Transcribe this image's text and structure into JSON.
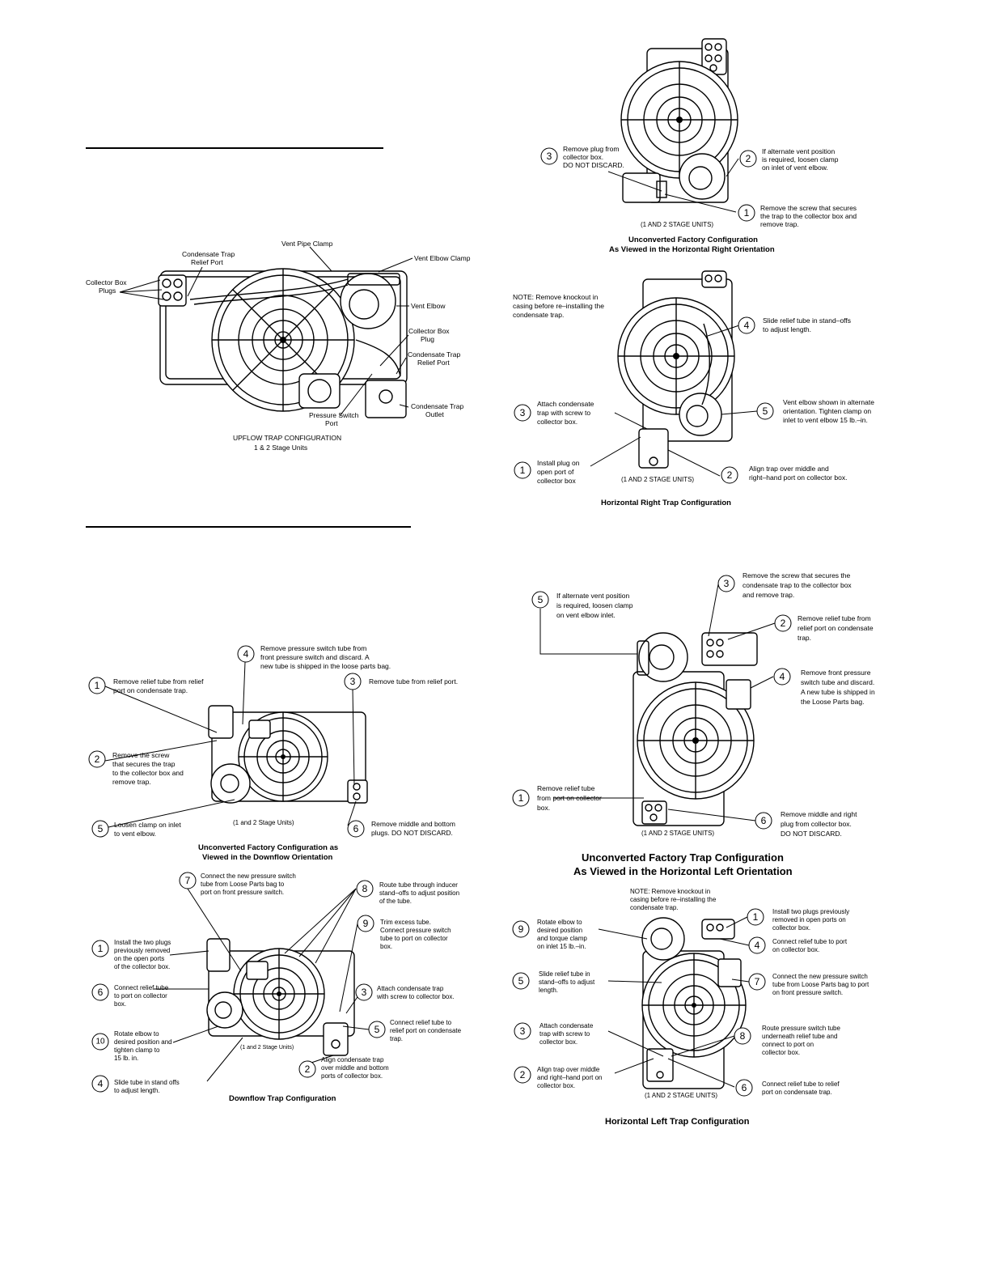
{
  "upflow": {
    "labels": {
      "vent_pipe_clamp": "Vent Pipe Clamp",
      "vent_elbow_clamp": "Vent Elbow Clamp",
      "condensate_trap_relief_port_a": "Condensate Trap",
      "condensate_trap_relief_port_b": "Relief Port",
      "collector_box_plugs_a": "Collector Box",
      "collector_box_plugs_b": "Plugs",
      "vent_elbow": "Vent Elbow",
      "collector_box_plug_a": "Collector Box",
      "collector_box_plug_b": "Plug",
      "cond_trap_relief_port_a": "Condensate Trap",
      "cond_trap_relief_port_b": "Relief Port",
      "pressure_switch_port_a": "Pressure Switch",
      "pressure_switch_port_b": "Port",
      "cond_trap_outlet_a": "Condensate Trap",
      "cond_trap_outlet_b": "Outlet"
    },
    "caption_1": "UPFLOW TRAP CONFIGURATION",
    "caption_2": "1 & 2 Stage Units"
  },
  "horiz_right_unconverted": {
    "callouts": {
      "c3": {
        "num": "3",
        "lines": [
          "Remove plug from",
          "collector box.",
          "DO NOT DISCARD."
        ]
      },
      "c2": {
        "num": "2",
        "lines": [
          "If alternate vent position",
          "is required, loosen clamp",
          "on inlet of vent elbow."
        ]
      },
      "c1": {
        "num": "1",
        "lines": [
          "Remove the screw that secures",
          "the trap to the collector box and",
          "remove trap."
        ]
      }
    },
    "units": "(1 AND 2 STAGE UNITS)",
    "caption_1": "Unconverted Factory Configuration",
    "caption_2": "As Viewed in the Horizontal Right Orientation"
  },
  "horiz_right_trap": {
    "note": [
      "NOTE:  Remove knockout in",
      "casing before re–installing the",
      "condensate trap."
    ],
    "callouts": {
      "c4": {
        "num": "4",
        "lines": [
          "Slide relief tube in stand–offs",
          "to adjust length."
        ]
      },
      "c3": {
        "num": "3",
        "lines": [
          "Attach condensate",
          "trap with screw to",
          "collector box."
        ]
      },
      "c5": {
        "num": "5",
        "lines": [
          "Vent elbow shown in alternate",
          "orientation.  Tighten clamp on",
          "inlet to vent elbow 15 lb.–in."
        ]
      },
      "c1": {
        "num": "1",
        "lines": [
          "Install plug on",
          "open port of",
          "collector box"
        ]
      },
      "c2": {
        "num": "2",
        "lines": [
          "Align trap over middle and",
          "right–hand port on collector box."
        ]
      }
    },
    "units": "(1 AND 2 STAGE UNITS)",
    "caption": "Horizontal Right Trap Configuration"
  },
  "downflow_unconverted": {
    "callouts": {
      "c4": {
        "num": "4",
        "lines": [
          "Remove pressure switch tube from",
          "front pressure switch and discard.  A",
          "new tube is shipped in the loose parts bag."
        ]
      },
      "c1": {
        "num": "1",
        "lines": [
          "Remove relief tube from relief",
          "port on condensate trap."
        ]
      },
      "c3": {
        "num": "3",
        "lines": [
          "Remove tube from relief port."
        ]
      },
      "c2": {
        "num": "2",
        "lines": [
          "Remove the screw",
          "that secures the trap",
          "to the collector box and",
          "remove trap."
        ]
      },
      "c5": {
        "num": "5",
        "lines": [
          "Loosen clamp on inlet",
          "to vent elbow."
        ]
      },
      "c6": {
        "num": "6",
        "lines": [
          "Remove middle and bottom",
          "plugs.  DO NOT DISCARD."
        ]
      }
    },
    "units": "(1 and 2 Stage Units)",
    "caption_1": "Unconverted Factory Configuration as",
    "caption_2": "Viewed in the Downflow Orientation"
  },
  "downflow_trap": {
    "callouts": {
      "c7": {
        "num": "7",
        "lines": [
          "Connect the new pressure switch",
          "tube from Loose Parts bag to",
          "port on front pressure switch."
        ]
      },
      "c8": {
        "num": "8",
        "lines": [
          "Route tube through inducer",
          "stand–offs to adjust position",
          "of the tube."
        ]
      },
      "c9": {
        "num": "9",
        "lines": [
          "Trim excess tube.",
          "Connect pressure switch",
          "tube to port on collector",
          "box."
        ]
      },
      "c1": {
        "num": "1",
        "lines": [
          "Install the two plugs",
          "previously removed",
          "on the open ports",
          "of the collector box."
        ]
      },
      "c6": {
        "num": "6",
        "lines": [
          "Connect relief tube",
          "to port on collector",
          "box."
        ]
      },
      "c3": {
        "num": "3",
        "lines": [
          "Attach condensate trap",
          "with screw to collector box."
        ]
      },
      "c5": {
        "num": "5",
        "lines": [
          "Connect relief tube to",
          "relief port on condensate",
          "trap."
        ]
      },
      "c10": {
        "num": "10",
        "lines": [
          "Rotate elbow to",
          "desired position and",
          "tighten clamp to",
          "15 lb.  in."
        ]
      },
      "c2": {
        "num": "2",
        "lines": [
          "Align condensate trap",
          "over middle and bottom",
          "ports of collector box."
        ]
      },
      "c4": {
        "num": "4",
        "lines": [
          "Slide tube in stand  offs",
          "to adjust length."
        ]
      }
    },
    "units": "(1 and 2 Stage Units)",
    "caption": "Downflow Trap Configuration"
  },
  "horiz_left_unconverted": {
    "callouts": {
      "c3": {
        "num": "3",
        "lines": [
          "Remove the screw that secures the",
          "condensate trap to the collector box",
          "and remove trap."
        ]
      },
      "c5": {
        "num": "5",
        "lines": [
          "If alternate vent position",
          "is required, loosen clamp",
          "on vent elbow inlet."
        ]
      },
      "c2": {
        "num": "2",
        "lines": [
          "Remove relief tube from",
          "relief port on condensate",
          "trap."
        ]
      },
      "c4": {
        "num": "4",
        "lines": [
          "Remove front pressure",
          "switch tube and discard.",
          "A new tube is shipped in",
          "the Loose Parts bag."
        ]
      },
      "c1": {
        "num": "1",
        "lines": [
          "Remove relief tube",
          "from port on collector",
          "box."
        ]
      },
      "c6": {
        "num": "6",
        "lines": [
          "Remove middle and right",
          "plug from collector box.",
          "DO NOT DISCARD."
        ]
      }
    },
    "units": "(1 AND 2 STAGE UNITS)",
    "caption_1": "Unconverted Factory Trap Configuration",
    "caption_2": "As Viewed in the Horizontal Left Orientation"
  },
  "horiz_left_trap": {
    "note": [
      "NOTE:  Remove knockout in",
      "casing before re–installing the",
      "condensate trap."
    ],
    "callouts": {
      "c1": {
        "num": "1",
        "lines": [
          "Install two plugs previously",
          "removed in open ports on",
          "collector box."
        ]
      },
      "c9": {
        "num": "9",
        "lines": [
          "Rotate elbow to",
          "desired position",
          "and torque clamp",
          "on inlet 15 lb.–in."
        ]
      },
      "c4": {
        "num": "4",
        "lines": [
          "Connect relief tube to port",
          "on collector box."
        ]
      },
      "c5": {
        "num": "5",
        "lines": [
          "Slide relief tube in",
          "stand–offs to adjust",
          "length."
        ]
      },
      "c7": {
        "num": "7",
        "lines": [
          "Connect the new pressure switch",
          "tube from Loose Parts bag to port",
          "on front pressure switch."
        ]
      },
      "c3": {
        "num": "3",
        "lines": [
          "Attach condensate",
          "trap with screw to",
          "collector box."
        ]
      },
      "c8": {
        "num": "8",
        "lines": [
          "Route pressure switch tube",
          "underneath relief tube and",
          "connect to port on",
          "collector box."
        ]
      },
      "c2": {
        "num": "2",
        "lines": [
          "Align trap over middle",
          "and right–hand port on",
          "collector box."
        ]
      },
      "c6": {
        "num": "6",
        "lines": [
          "Connect relief tube to relief",
          "port on condensate trap."
        ]
      }
    },
    "units": "(1 AND 2 STAGE UNITS)",
    "caption": "Horizontal Left Trap Configuration"
  }
}
